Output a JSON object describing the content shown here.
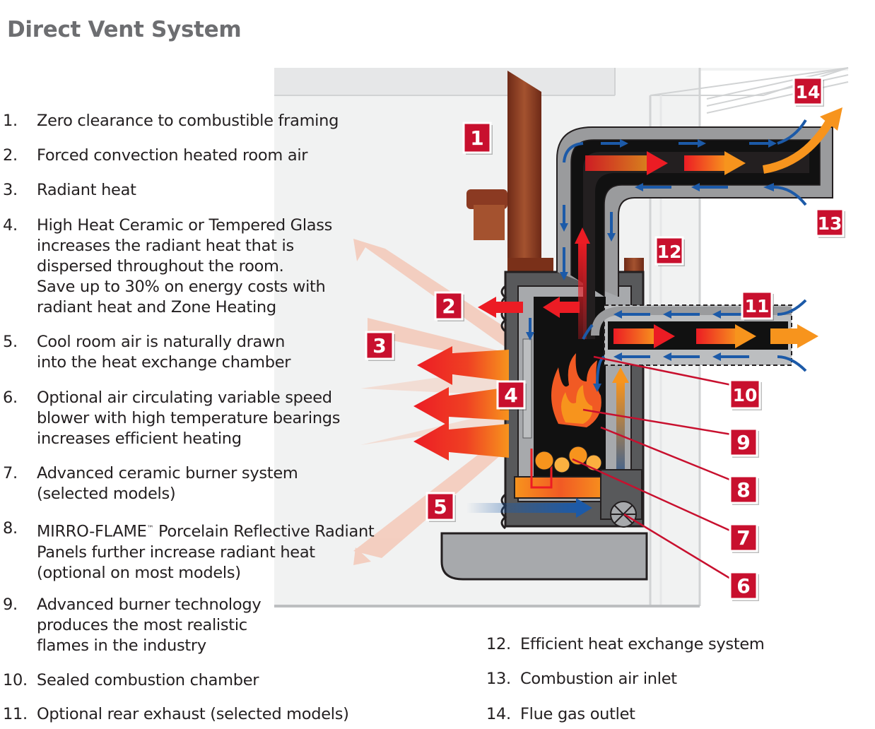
{
  "title": "Direct Vent System",
  "legend": [
    {
      "num": "1.",
      "lines": [
        "Zero clearance to combustible framing"
      ]
    },
    {
      "num": "2.",
      "lines": [
        "Forced convection heated room air"
      ]
    },
    {
      "num": "3.",
      "lines": [
        "Radiant heat"
      ]
    },
    {
      "num": "4.",
      "lines": [
        "High Heat Ceramic or Tempered Glass",
        "increases the radiant heat that is",
        "dispersed throughout the room.",
        "Save up to 30% on energy costs with",
        "radiant heat and Zone Heating"
      ]
    },
    {
      "num": "5.",
      "lines": [
        "Cool room air is naturally drawn",
        "into the heat exchange chamber"
      ]
    },
    {
      "num": "6.",
      "lines": [
        "Optional air circulating variable speed",
        "blower with high temperature bearings",
        "increases efficient heating"
      ]
    },
    {
      "num": "7.",
      "lines": [
        "Advanced ceramic burner system",
        "(selected models)"
      ]
    },
    {
      "num": "8.",
      "lines": [
        "MIRRO-FLAME",
        "Panels further increase radiant heat",
        "(optional on most models)"
      ],
      "tm": "™",
      "line1_rest": " Porcelain Reflective Radiant"
    },
    {
      "num": "9.",
      "lines": [
        "Advanced burner technology",
        "produces the most realistic",
        "flames in the industry"
      ]
    },
    {
      "num": "10.",
      "lines": [
        "Sealed combustion chamber"
      ]
    },
    {
      "num": "11.",
      "lines": [
        "Optional rear exhaust (selected models)"
      ]
    },
    {
      "num": "12.",
      "lines": [
        "Efficient heat exchange system"
      ]
    },
    {
      "num": "13.",
      "lines": [
        "Combustion air inlet"
      ]
    },
    {
      "num": "14.",
      "lines": [
        "Flue gas outlet"
      ]
    }
  ],
  "callouts": [
    "1",
    "2",
    "3",
    "4",
    "5",
    "6",
    "7",
    "8",
    "9",
    "10",
    "11",
    "12",
    "13",
    "14"
  ],
  "colors": {
    "title": "#6d6e71",
    "callout_red": "#c8102e",
    "duct_gray": "#9a9b9d",
    "hot_red": "#ec1c24",
    "hot_orange": "#f7941d",
    "cool_blue": "#1c5aa8",
    "radiant_pink": "#f4c3b0",
    "wood": "#8b3a22",
    "wall": "#f1f2f2"
  }
}
